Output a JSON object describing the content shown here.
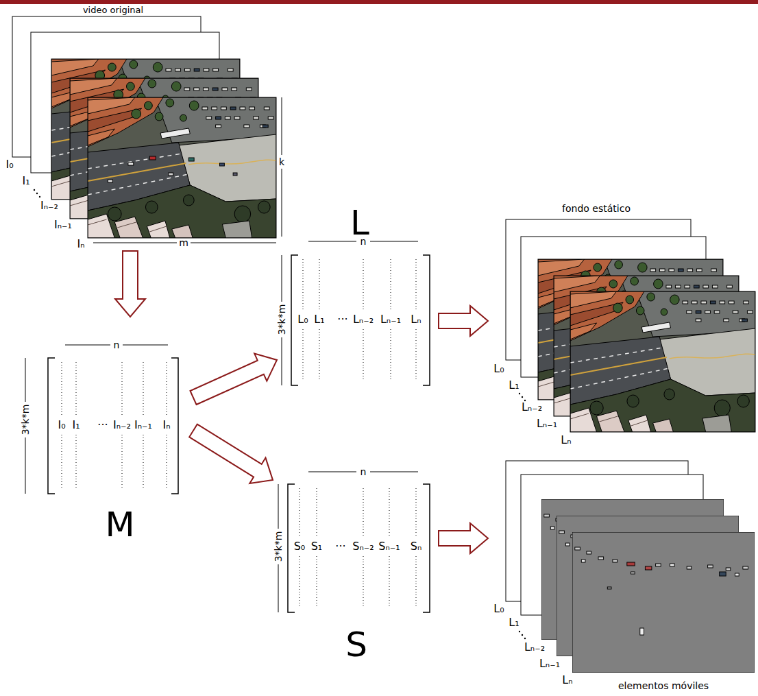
{
  "diagram": {
    "nodes": [
      {
        "text": [
          "video original",
          "I₀",
          "I₁",
          "Iₙ₋₂",
          "Iₙ₋₁",
          "Iₙ"
        ]
      },
      {
        "text": [
          "I₀",
          "I₁",
          "···",
          "Iₙ₋₂",
          "Iₙ₋₁",
          "Iₙ",
          "M"
        ]
      },
      {
        "text": [
          "L",
          "L₀",
          "L₁",
          "···",
          "Lₙ₋₂",
          "Lₙ₋₁",
          "Lₙ"
        ]
      },
      {
        "text": [
          "S₀",
          "S₁",
          "···",
          "Sₙ₋₂",
          "Sₙ₋₁",
          "Sₙ",
          "S"
        ]
      },
      {
        "text": [
          "fondo estático",
          "L₀",
          "L₁",
          "Lₙ₋₂",
          "Lₙ₋₁",
          "Lₙ"
        ]
      },
      {
        "text": [
          "L₀",
          "L₁",
          "Lₙ₋₂",
          "Lₙ₋₁",
          "Lₙ",
          "elementos móviles"
        ]
      }
    ],
    "edges": [
      {
        "from": 0,
        "to": 1,
        "arrow": "to"
      },
      {
        "from": 1,
        "to": 2,
        "arrow": "to"
      },
      {
        "from": 1,
        "to": 3,
        "arrow": "to"
      },
      {
        "from": 2,
        "to": 4,
        "arrow": "to"
      },
      {
        "from": 3,
        "to": 5,
        "arrow": "to"
      }
    ],
    "labels": [
      "k",
      "m",
      "n",
      "3*k*m",
      "n",
      "3*k*m",
      "n",
      "3*k*m"
    ]
  }
}
